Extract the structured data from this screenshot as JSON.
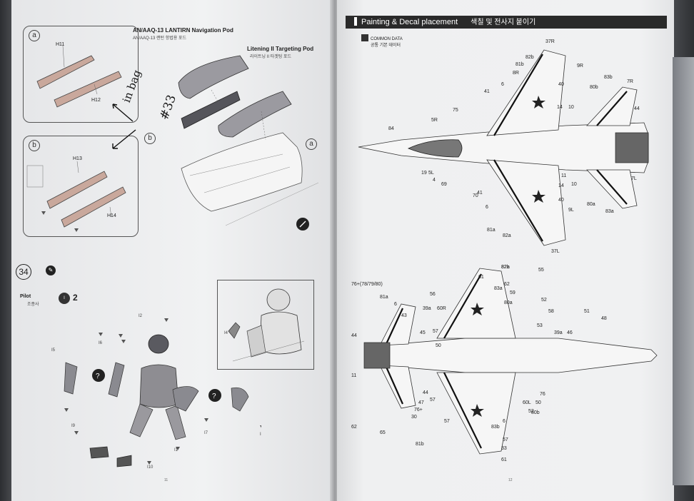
{
  "left_page": {
    "title_lantirn": "AN/AAQ-13 LANTIRN Navigation Pod",
    "title_lantirn_ko": "AN/AAQ-13 랜턴 항법용 포드",
    "title_litening": "Litening II Targeting Pod",
    "title_litening_ko": "라이트닝 II 타겟팅 포드",
    "variant_a": "a",
    "variant_b": "b",
    "parts_a": [
      "H11",
      "H12"
    ],
    "parts_b": [
      "H13",
      "H14"
    ],
    "step": "34",
    "pilot_label": "Pilot",
    "pilot_ko": "조종사",
    "pilot_qty": "2",
    "pilot_parts": [
      "I1",
      "I2",
      "I3",
      "I4",
      "I5",
      "I6",
      "I7",
      "I8",
      "I9",
      "I10"
    ],
    "handwriting_1": "in bag",
    "handwriting_2": "#33",
    "page_number": "11"
  },
  "right_page": {
    "header": "Painting & Decal placement",
    "header_ko": "색칠 및 전사지 붙이기",
    "legend_label": "COMMON DATA",
    "legend_ko": "공통 기본 데이터",
    "top_view_labels": [
      "37R",
      "82b",
      "81b",
      "8R",
      "9R",
      "6",
      "40",
      "41",
      "83b",
      "7R",
      "80b",
      "14",
      "10",
      "75",
      "5R",
      "44",
      "84",
      "19",
      "5L",
      "4",
      "69",
      "70",
      "41",
      "11",
      "10",
      "14",
      "40",
      "7L",
      "6",
      "9L",
      "80a",
      "83a",
      "81a",
      "82a",
      "37L"
    ],
    "bottom_view_labels": [
      "82a",
      "55",
      "76+(78/79/80)",
      "61",
      "81a",
      "56",
      "83a",
      "62",
      "6",
      "59",
      "80a",
      "52",
      "51",
      "43",
      "39a",
      "60R",
      "58",
      "48",
      "45",
      "57",
      "53",
      "50",
      "44",
      "39a",
      "46",
      "11",
      "44",
      "57",
      "76",
      "47",
      "76+",
      "60L",
      "50",
      "30",
      "80b",
      "52",
      "57",
      "62",
      "65",
      "83b",
      "6",
      "57",
      "81b",
      "33",
      "61",
      "82b"
    ],
    "page_number": "12"
  },
  "colors": {
    "paper": "#eeeff0",
    "ink": "#222222",
    "header_bg": "#2a2a2a"
  }
}
